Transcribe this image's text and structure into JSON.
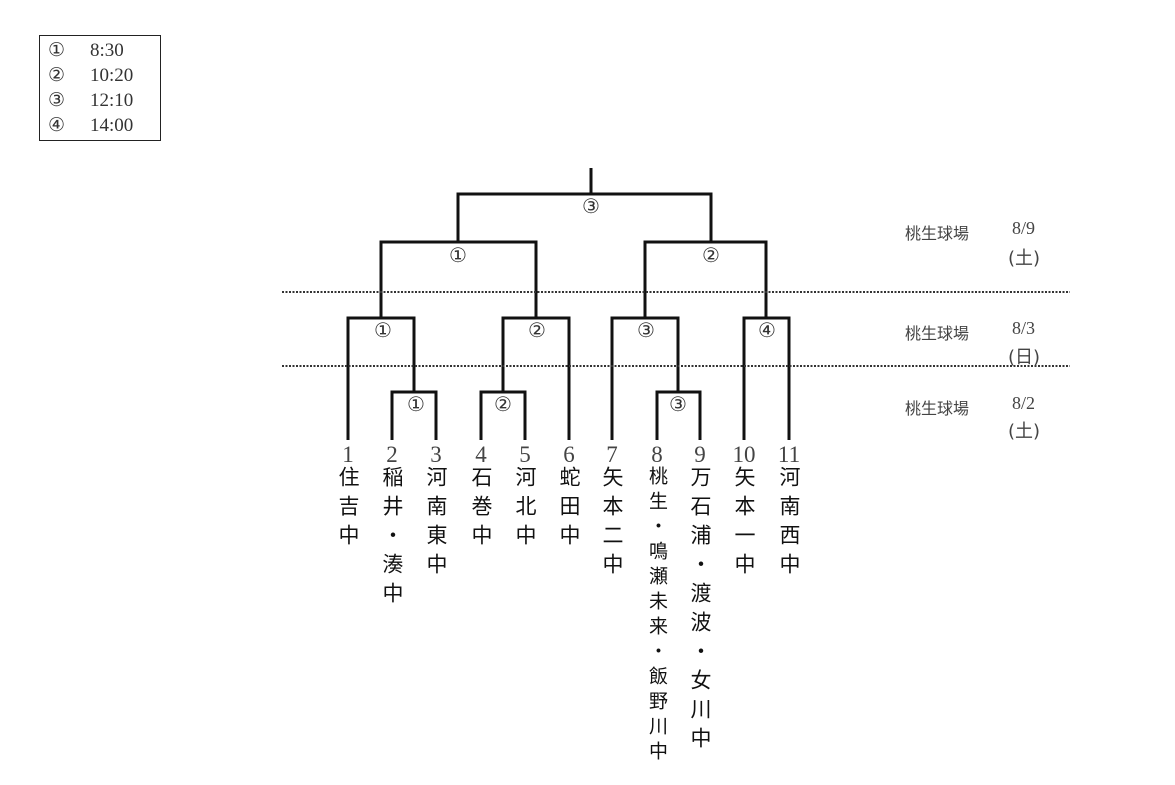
{
  "legend": [
    {
      "num": "①",
      "time": "8:30"
    },
    {
      "num": "②",
      "time": "10:20"
    },
    {
      "num": "③",
      "time": "12:10"
    },
    {
      "num": "④",
      "time": "14:00"
    }
  ],
  "rounds": [
    {
      "venue": "桃生球場",
      "date": "8/9",
      "day": "(土)"
    },
    {
      "venue": "桃生球場",
      "date": "8/3",
      "day": "(日)"
    },
    {
      "venue": "桃生球場",
      "date": "8/2",
      "day": "(土)"
    }
  ],
  "matches": {
    "final": "③",
    "semi": [
      "①",
      "②"
    ],
    "round2": [
      "①",
      "②",
      "③",
      "④"
    ],
    "round1": [
      "①",
      "②",
      "③"
    ]
  },
  "teams": [
    {
      "seed": "1",
      "name": "住吉中"
    },
    {
      "seed": "2",
      "name": "稲井・湊中"
    },
    {
      "seed": "3",
      "name": "河南東中"
    },
    {
      "seed": "4",
      "name": "石巻中"
    },
    {
      "seed": "5",
      "name": "河北中"
    },
    {
      "seed": "6",
      "name": "蛇田中"
    },
    {
      "seed": "7",
      "name": "矢本二中"
    },
    {
      "seed": "8",
      "name": "桃生・鳴瀬未来・飯野川中"
    },
    {
      "seed": "9",
      "name": "万石浦・渡波・女川中"
    },
    {
      "seed": "10",
      "name": "矢本一中"
    },
    {
      "seed": "11",
      "name": "河南西中"
    }
  ]
}
